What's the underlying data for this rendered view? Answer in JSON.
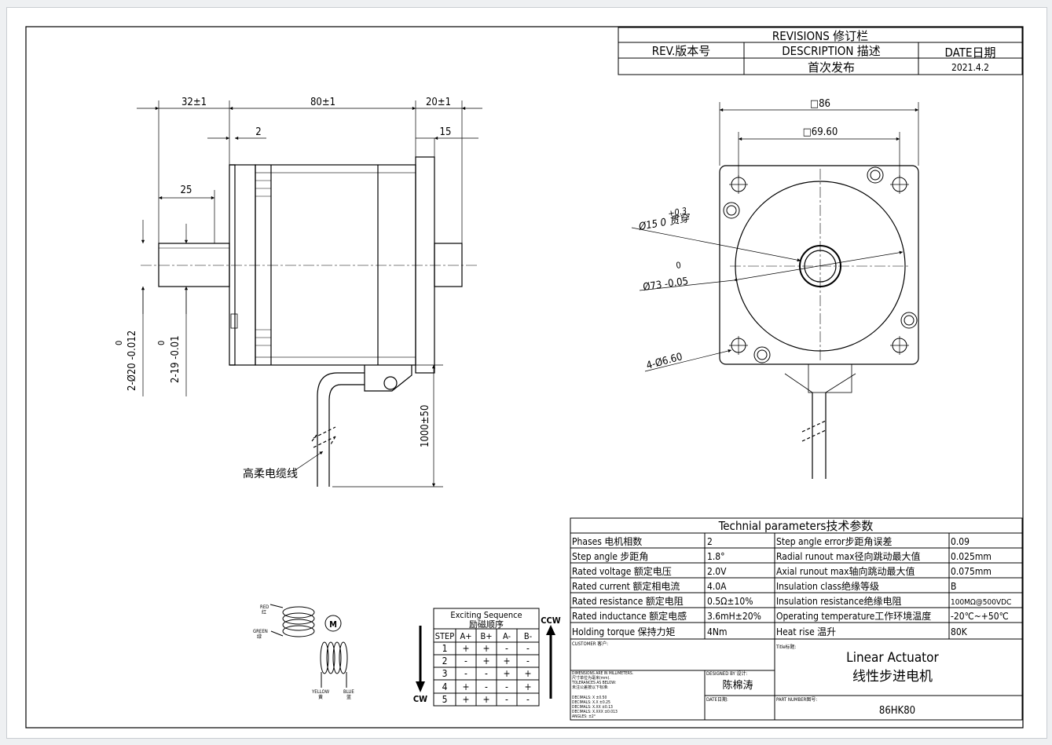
{
  "revisions": {
    "header": "REVISIONS 修订栏",
    "col_rev": "REV.版本号",
    "col_desc": "DESCRIPTION 描述",
    "col_date": "DATE日期",
    "row_desc": "首次发布",
    "row_date": "2021.4.2"
  },
  "side_view": {
    "dim_flange": "32±1",
    "dim_body": "80±1",
    "dim_rear": "20±1",
    "dim_pilot": "2",
    "dim_rear_shaft": "15",
    "dim_shaft_len": "25",
    "dim_shaft_dia": "2-Ø20  -0.012",
    "dim_shaft_dia_upper": "0",
    "dim_flat": "2-19  -0.01",
    "dim_flat_upper": "0",
    "dim_cable": "1000±50",
    "cable_label": "高柔电缆线"
  },
  "front_view": {
    "dim_square": "□86",
    "dim_hole_pitch": "□69.60",
    "dim_bore": "Ø15   0  贯穿",
    "dim_bore_tol": "+0.3",
    "dim_pilot_dia": "Ø73  -0.05",
    "dim_pilot_upper": "0",
    "dim_holes": "4-Ø6.60"
  },
  "wiring": {
    "red_label": "RED",
    "red_cn": "红",
    "green_label": "GREEN",
    "green_cn": "绿",
    "yellow_label": "YELLOW",
    "yellow_cn": "黄",
    "blue_label": "BLUE",
    "blue_cn": "蓝",
    "motor_symbol": "M"
  },
  "sequence": {
    "title": "Exciting Sequence",
    "title_cn": "励磁顺序",
    "headers": [
      "STEP",
      "A+",
      "B+",
      "A-",
      "B-"
    ],
    "rows": [
      [
        "1",
        "+",
        "+",
        "-",
        "-"
      ],
      [
        "2",
        "-",
        "+",
        "+",
        "-"
      ],
      [
        "3",
        "-",
        "-",
        "+",
        "+"
      ],
      [
        "4",
        "+",
        "-",
        "-",
        "+"
      ],
      [
        "5",
        "+",
        "+",
        "-",
        "-"
      ]
    ],
    "ccw": "CCW",
    "cw": "CW"
  },
  "tech": {
    "title": "Technial parameters技术参数",
    "left": [
      {
        "label": "Phases 电机相数",
        "value": "2"
      },
      {
        "label": "Step angle 步距角",
        "value": "1.8°"
      },
      {
        "label": "Rated voltage 额定电压",
        "value": "2.0V"
      },
      {
        "label": "Rated current 额定相电流",
        "value": "4.0A"
      },
      {
        "label": "Rated resistance 额定电阻",
        "value": "0.5Ω±10%"
      },
      {
        "label": "Rated inductance 额定电感",
        "value": "3.6mH±20%"
      },
      {
        "label": "Holding torque 保持力矩",
        "value": "4Nm"
      }
    ],
    "right": [
      {
        "label": "Step angle error步距角误差",
        "value": "0.09"
      },
      {
        "label": "Radial runout max径向跳动最大值",
        "value": "0.025mm"
      },
      {
        "label": "Axial runout max轴向跳动最大值",
        "value": "0.075mm"
      },
      {
        "label": "Insulation class绝缘等级",
        "value": "B"
      },
      {
        "label": "Insulation resistance绝缘电阻",
        "value": "100MΩ@500VDC"
      },
      {
        "label": "Operating temperature工作环境温度",
        "value": "-20℃~+50℃"
      },
      {
        "label": "Heat rise 温升",
        "value": "80K"
      }
    ]
  },
  "title_block": {
    "customer": "CUSTOMER 客户:",
    "dims_note_1": "DIMENSIONS ARE IN MILLIMETERS.",
    "dims_note_2": "尺寸单位为毫米(mm).",
    "dims_note_3": "TOLERANCES AS BELOW:",
    "dims_note_4": "未注公差按以下标准:",
    "tol_1": "DECIMALS: X      ±0.50",
    "tol_2": "DECIMALS: X.X    ±0.25",
    "tol_3": "DECIMALS: X.XX   ±0.13",
    "tol_4": "DECIMALS: X.XXX  ±0.013",
    "tol_5": "ANGLES:  ±2°",
    "designed_by": "DESIGNED BY 设计:",
    "designer": "陈棉涛",
    "date_label": "DATE日期:",
    "title_label": "Title标题:",
    "title_en": "Linear Actuator",
    "title_cn": "线性步进电机",
    "part_label": "PART NUMBER图号:",
    "part_number": "86HK80"
  }
}
